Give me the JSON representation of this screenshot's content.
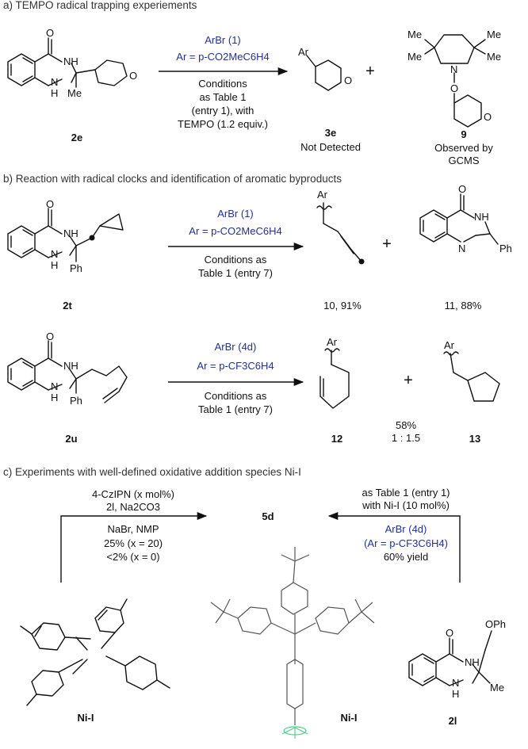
{
  "section_a": {
    "title": "a) TEMPO radical trapping experiements",
    "reagent": "ArBr (1)",
    "ar": "Ar = p-CO2MeC6H4",
    "cond1": "Conditions",
    "cond2": "as Table 1",
    "cond3": "(entry 1), with",
    "cond4": "TEMPO (1.2 equiv.)",
    "sm_label": "2e",
    "prod_label": "3e",
    "prod_note": "Not Detected",
    "plus": "+",
    "adduct_label": "9",
    "adduct_note1": "Observed by",
    "adduct_note2": "GCMS"
  },
  "section_b": {
    "title": "b) Reaction with radical clocks and identification of aromatic byproducts",
    "r1": {
      "reagent": "ArBr (1)",
      "ar": "Ar = p-CO2MeC6H4",
      "cond1": "Conditions as",
      "cond2": "Table 1 (entry 7)",
      "sm_label": "2t",
      "p1_label": "10, 91%",
      "p2_label": "11, 88%",
      "plus": "+"
    },
    "r2": {
      "reagent": "ArBr (4d)",
      "ar": "Ar = p-CF3C6H4",
      "cond1": "Conditions as",
      "cond2": "Table 1 (entry 7)",
      "sm_label": "2u",
      "p1_label": "12",
      "p2_label": "13",
      "yield": "58%",
      "ratio": "1 : 1.5",
      "plus": "+"
    }
  },
  "section_c": {
    "title": "c) Experiments with well-defined oxidative addition species Ni-I",
    "left1": "4-CzIPN (x mol%)",
    "left2": "2l, Na2CO3",
    "left3": "NaBr, NMP",
    "left4": "25% (x = 20)",
    "left5": "<2% (x = 0)",
    "center": "5d",
    "right1": "as Table 1 (entry 1)",
    "right2": "with Ni-I (10 mol%)",
    "right3": "ArBr (4d)",
    "right4": "(Ar = p-CF3C6H4)",
    "right5": "60% yield",
    "complex_label": "Ni-I",
    "xray_label": "Ni-I",
    "sub_label": "2l"
  }
}
